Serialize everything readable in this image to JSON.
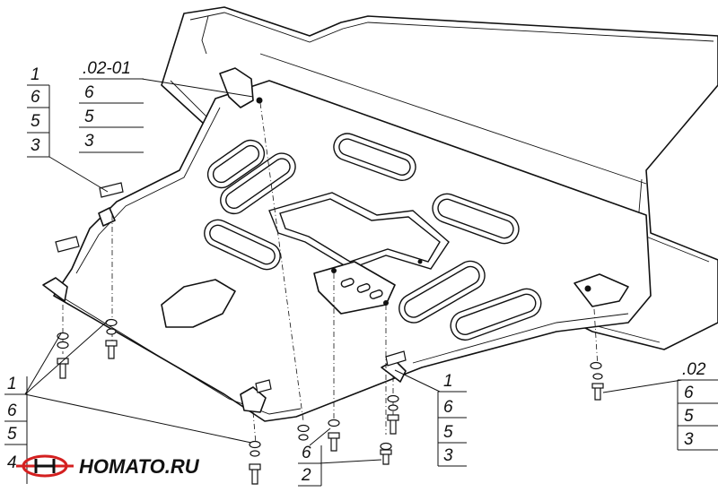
{
  "callouts": {
    "top_left": {
      "rows": [
        "1",
        "6",
        "5",
        "3"
      ]
    },
    "top_center": {
      "title": ".02-01",
      "rows": [
        "6",
        "5",
        "3"
      ]
    },
    "right": {
      "title": ".02",
      "rows": [
        "6",
        "5",
        "3"
      ]
    },
    "bottom_left": {
      "rows": [
        "1",
        "6",
        "5",
        "4"
      ]
    },
    "bottom_mid": {
      "rows": [
        "6",
        "2"
      ]
    },
    "bottom_right": {
      "rows": [
        "1",
        "6",
        "5",
        "3"
      ]
    }
  },
  "watermark": {
    "text": "HOMATO.RU"
  }
}
